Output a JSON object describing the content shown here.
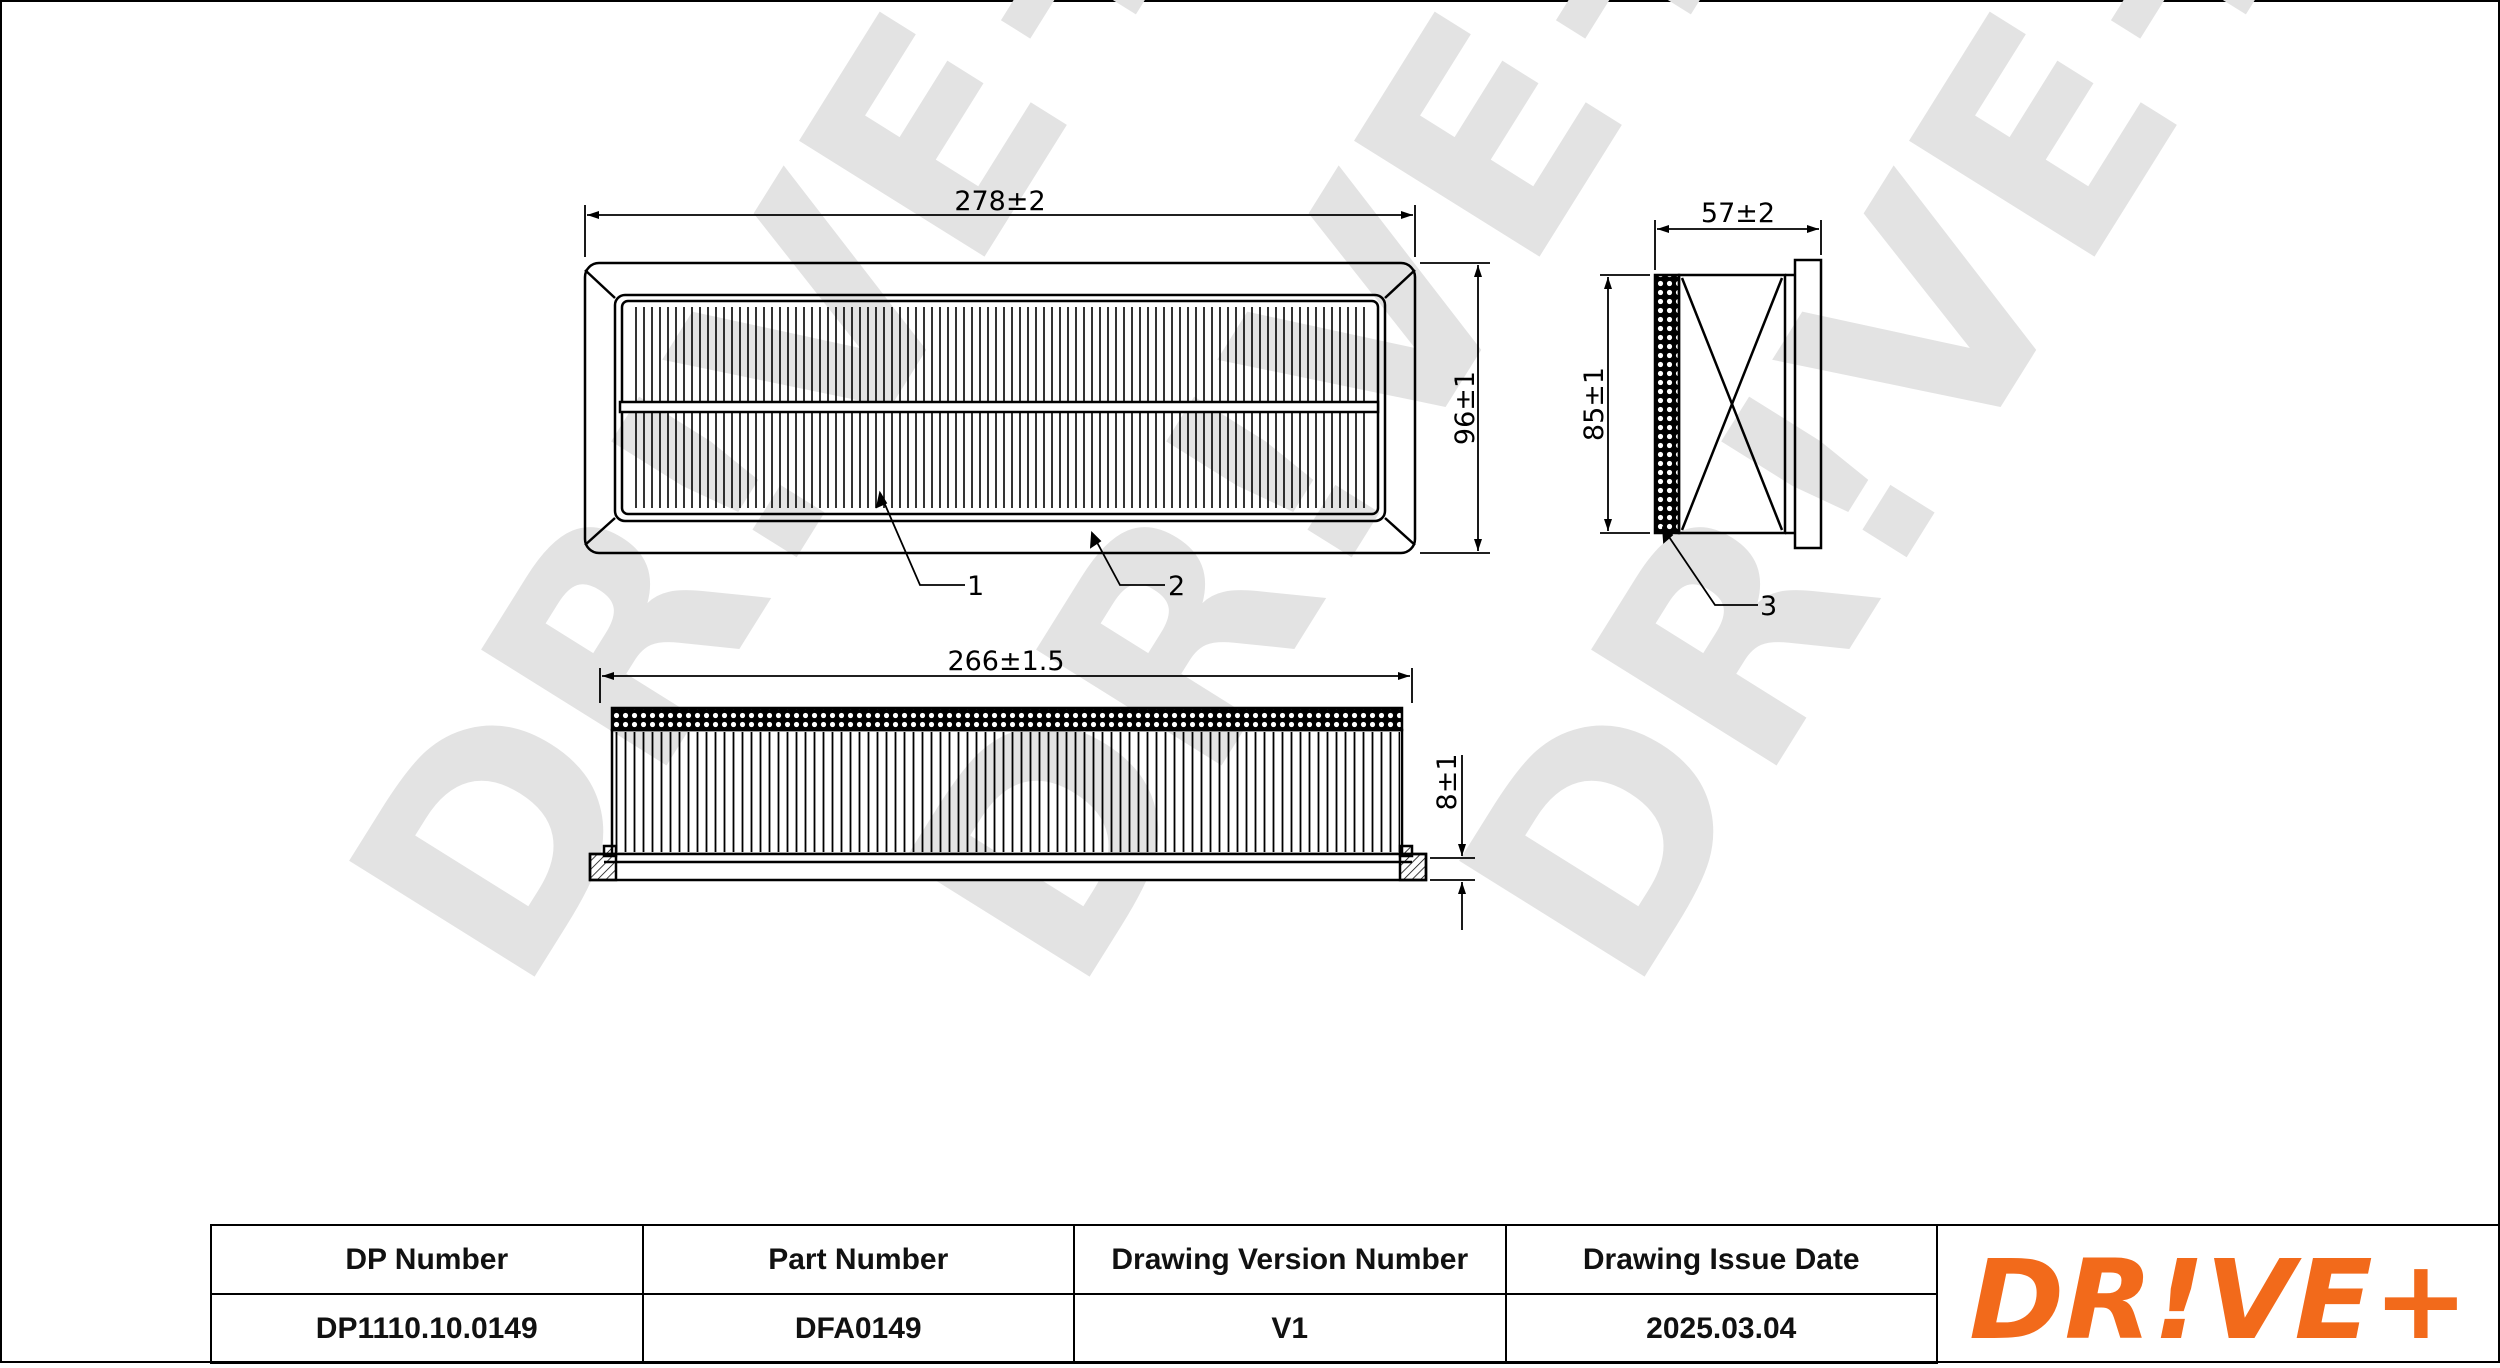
{
  "watermark": {
    "text": "DR!VE+",
    "color": "#e3e3e3"
  },
  "top_view": {
    "dim_length": "278±2",
    "dim_height": "96±1",
    "callouts": [
      "1",
      "2"
    ]
  },
  "end_view": {
    "dim_width": "57±2",
    "dim_height": "85±1",
    "callouts": [
      "3"
    ]
  },
  "side_view": {
    "dim_length": "266±1.5",
    "dim_flange": "8±1"
  },
  "title_block": {
    "headers": [
      "DP Number",
      "Part Number",
      "Drawing Version Number",
      "Drawing Issue Date"
    ],
    "values": [
      "DP1110.10.0149",
      "DFA0149",
      "V1",
      "2025.03.04"
    ]
  },
  "logo": {
    "text": "DR!VE+",
    "color": "#f26a1b"
  }
}
